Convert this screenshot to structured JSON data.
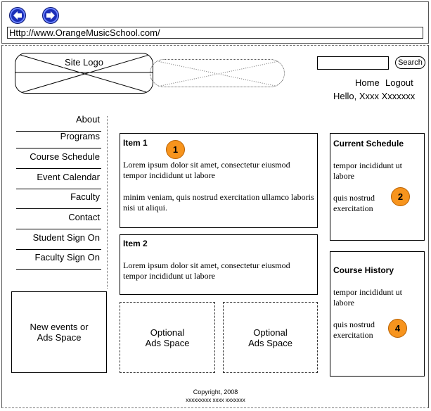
{
  "browser": {
    "url": "Http://www.OrangeMusicSchool.com/",
    "back_icon": "back-arrow-icon",
    "forward_icon": "forward-arrow-icon"
  },
  "header": {
    "logo_label": "Site Logo",
    "search_placeholder": "",
    "search_button": "Search",
    "links": [
      "Home",
      "Logout"
    ],
    "greeting": "Hello, Xxxx Xxxxxxx"
  },
  "sidebar": {
    "items": [
      {
        "label": "About"
      },
      {
        "label": "Programs"
      },
      {
        "label": "Course Schedule"
      },
      {
        "label": "Event Calendar"
      },
      {
        "label": "Faculty"
      },
      {
        "label": "Contact"
      },
      {
        "label": "Student Sign On"
      },
      {
        "label": "Faculty Sign On"
      }
    ],
    "ad_box": [
      "New events or",
      "Ads Space"
    ]
  },
  "main": {
    "item1": {
      "title": "Item 1",
      "para1": "Lorem ipsum dolor sit amet, consectetur eiusmod tempor incididunt ut labore",
      "para2": "minim veniam, quis nostrud exercitation ullamco laboris nisi ut aliqui."
    },
    "item2": {
      "title": "Item 2",
      "para1": "Lorem ipsum dolor sit amet, consectetur eiusmod tempor incididunt ut labore"
    },
    "optional_ads": [
      [
        "Optional",
        "Ads Space"
      ],
      [
        "Optional",
        "Ads Space"
      ]
    ]
  },
  "right": {
    "current_schedule": {
      "title": "Current Schedule",
      "text1": "tempor incididunt ut labore",
      "text2": "quis nostrud exercitation"
    },
    "course_history": {
      "title": "Course History",
      "text1": "tempor incididunt ut labore",
      "text2": "quis nostrud exercitation"
    }
  },
  "badges": [
    "1",
    "2",
    "4"
  ],
  "footer": {
    "copyright": "Copyright, 2008",
    "line2": "xxxxxxxxx  xxxx  xxxxxxx"
  },
  "colors": {
    "badge": "#f7941d",
    "nav_button": "#1c2fb8"
  }
}
